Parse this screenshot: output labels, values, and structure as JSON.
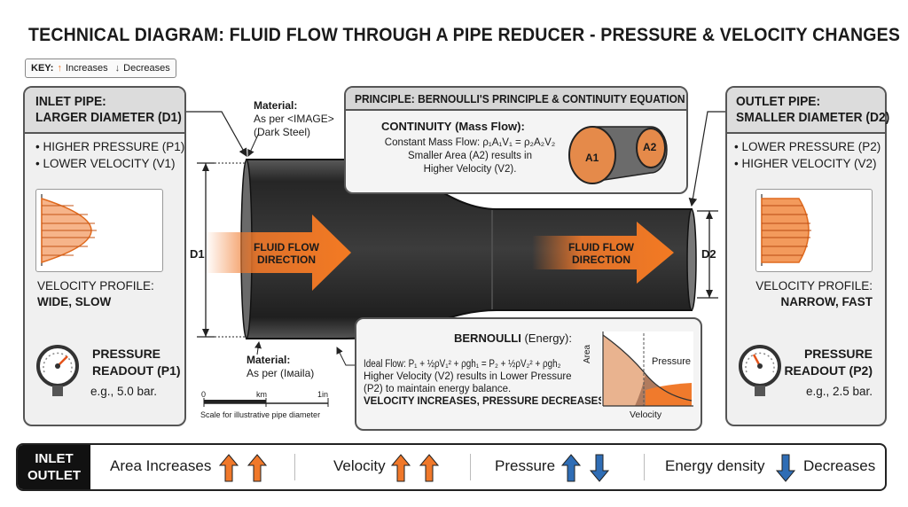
{
  "title": "TECHNICAL DIAGRAM: FLUID FLOW THROUGH A PIPE REDUCER - PRESSURE & VELOCITY CHANGES",
  "key": {
    "label": "KEY:",
    "increases": "Increases",
    "decreases": "Decreases"
  },
  "inlet": {
    "header_line1": "INLET PIPE:",
    "header_line2": "LARGER DIAMETER (D1)",
    "bullets": [
      "• HIGHER PRESSURE (P1)",
      "• LOWER VELOCITY (V1)"
    ],
    "profile_label": "VELOCITY PROFILE:",
    "profile_value": "WIDE, SLOW",
    "pressure_line1": "PRESSURE",
    "pressure_line2": "READOUT (P1)",
    "pressure_value": "e.g., 5.0 bar."
  },
  "outlet": {
    "header_line1": "OUTLET PIPE:",
    "header_line2": "SMALLER DIAMETER (D2)",
    "bullets": [
      "• LOWER PRESSURE (P2)",
      "• HIGHER VELOCITY (V2)"
    ],
    "profile_label": "VELOCITY PROFILE:",
    "profile_value": "NARROW, FAST",
    "pressure_line1": "PRESSURE",
    "pressure_line2": "READOUT (P2)",
    "pressure_value": "e.g., 2.5 bar."
  },
  "material_top": {
    "label": "Material:",
    "line1": "As per <IMAGE>",
    "line2": "(Dark Steel)"
  },
  "material_bottom": {
    "label": "Material:",
    "line1": "As per (Iмаila)"
  },
  "d1": "D1",
  "d2": "D2",
  "flow_arrow_left": {
    "line1": "FLUID FLOW",
    "line2": "DIRECTION"
  },
  "flow_arrow_right": {
    "line1": "FLUID FLOW",
    "line2": "DIRECTION"
  },
  "principle": {
    "header": "PRINCIPLE: BERNOULLI'S PRINCIPLE & CONTINUITY EQUATION",
    "continuity_title": "CONTINUITY",
    "continuity_sub": "(Mass Flow):",
    "continuity_line1": "Constant Mass Flow: ρ₁A₁V₁ = ρ₂A₂V₂",
    "continuity_line2": "Smaller Area (A2) results in",
    "continuity_line3": "Higher Velocity (V2).",
    "a1": "A1",
    "a2": "A2"
  },
  "bernoulli": {
    "title": "BERNOULLI",
    "sub": "(Energy):",
    "line1": "Ideal Flow: P₁ + ½ρV₁² + ρgh₁ = P₂ + ½ρV₂² + ρgh₂",
    "line2": "Higher Velocity (V2) results in Lower Pressure",
    "line3": "(P2) to maintain energy balance.",
    "line4": "VELOCITY INCREASES, PRESSURE DECREASES.",
    "chart_pressure": "Pressure",
    "chart_area": "Area",
    "chart_velocity": "Velocity"
  },
  "scale": {
    "zero": "0",
    "km": "km",
    "end": "1in",
    "caption": "Scale for illustrative pipe diameter"
  },
  "bottom": {
    "io_line1": "INLET",
    "io_line2": "OUTLET",
    "area_label": "Area Increases",
    "velocity_label": "Velocity",
    "pressure_label": "Pressure",
    "energy_label": "Energy density",
    "decreases_label": "Decreases"
  },
  "colors": {
    "orange": "#f0782a",
    "blue": "#2f6db5",
    "steel": "#2e2e2e"
  }
}
